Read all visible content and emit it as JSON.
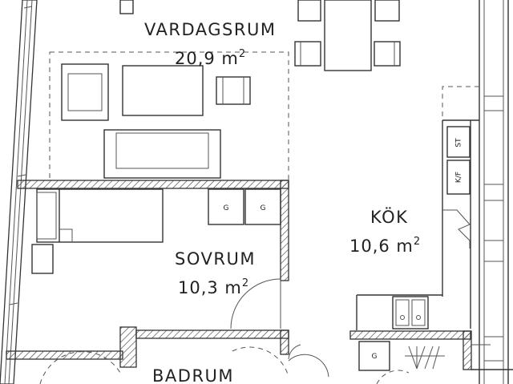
{
  "rooms": {
    "vardagsrum": {
      "name": "VARDAGSRUM",
      "area": "20,9 m",
      "unit_sup": "2"
    },
    "kok": {
      "name": "KÖK",
      "area": "10,6 m",
      "unit_sup": "2"
    },
    "sovrum": {
      "name": "SOVRUM",
      "area": "10,3 m",
      "unit_sup": "2"
    },
    "badrum": {
      "name": "BADRUM"
    }
  },
  "appliances": {
    "st": "ST",
    "kf": "K/F",
    "g1": "G",
    "g2": "G",
    "g3": "G"
  },
  "colors": {
    "line": "#333333",
    "hatch": "#555555",
    "background": "#ffffff"
  }
}
